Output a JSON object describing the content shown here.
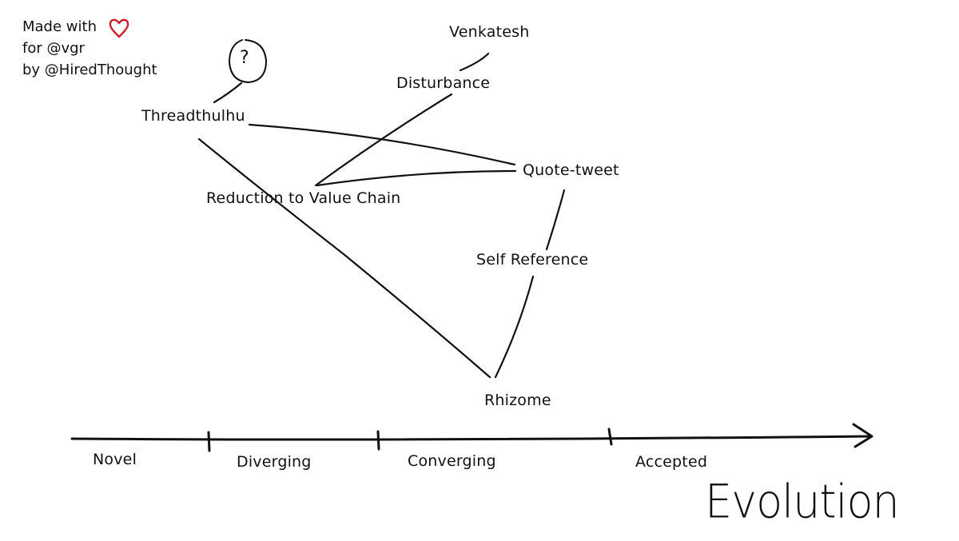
{
  "credit": {
    "line1": "Made with",
    "line2": "for @vgr",
    "line3": "by @HiredThought",
    "heart_color": "#d0202e"
  },
  "nodes": {
    "venkatesh": "Venkatesh",
    "disturbance": "Disturbance",
    "threadthulhu": "Threadthulhu",
    "question_mark": "?",
    "quote_tweet": "Quote-tweet",
    "reduction": "Reduction to Value Chain",
    "self_reference": "Self Reference",
    "rhizome": "Rhizome"
  },
  "axis": {
    "stages": [
      "Novel",
      "Diverging",
      "Converging",
      "Accepted"
    ],
    "title": "Evolution"
  },
  "links": [
    [
      "venkatesh",
      "disturbance"
    ],
    [
      "disturbance",
      "reduction"
    ],
    [
      "reduction",
      "quote_tweet"
    ],
    [
      "threadthulhu",
      "quote_tweet"
    ],
    [
      "threadthulhu",
      "rhizome"
    ],
    [
      "quote_tweet",
      "self_reference"
    ],
    [
      "self_reference",
      "rhizome"
    ],
    [
      "question_mark",
      "threadthulhu"
    ]
  ]
}
